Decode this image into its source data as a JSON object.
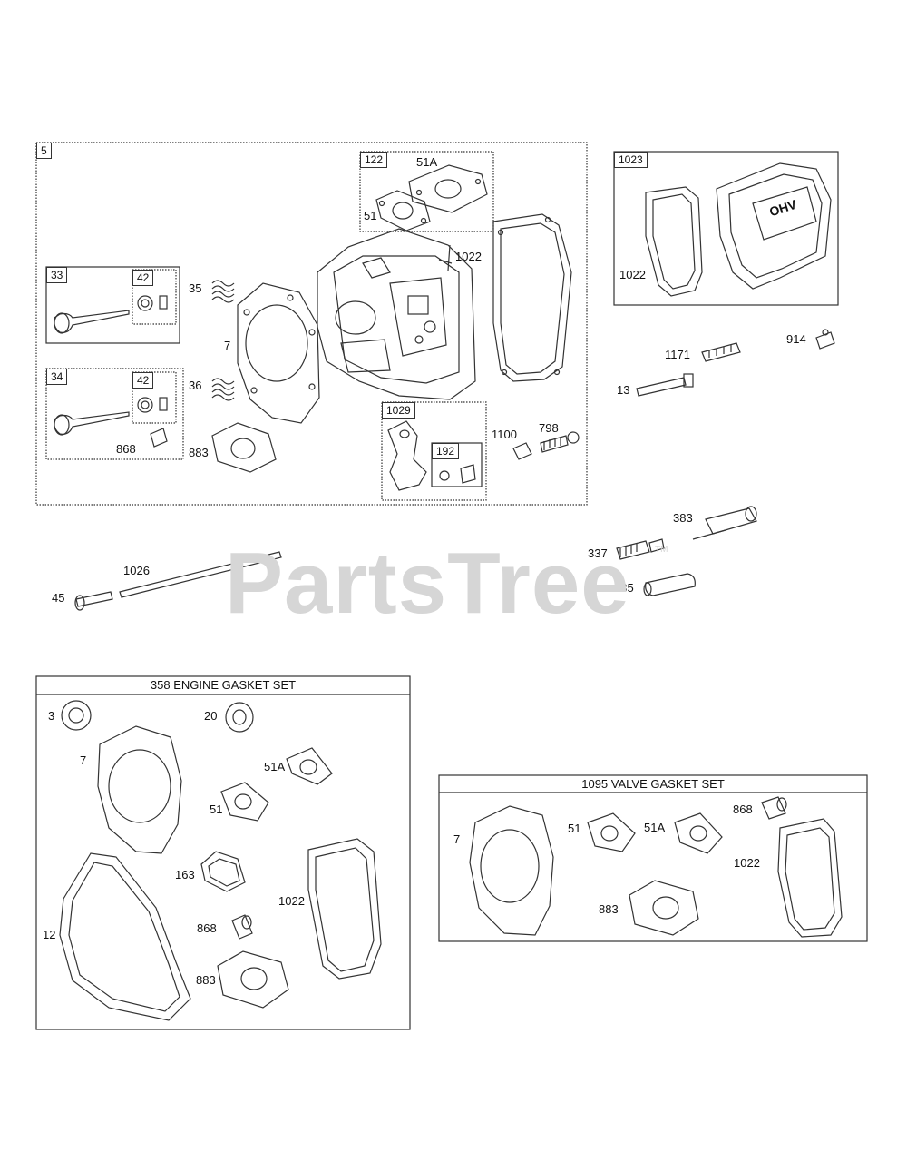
{
  "watermark": {
    "text": "PartsTree",
    "tm": "TM"
  },
  "main_assembly": {
    "ref": "5"
  },
  "sub_boxes": {
    "box_122": "122",
    "box_33": "33",
    "box_42a": "42",
    "box_34": "34",
    "box_42b": "42",
    "box_1029": "1029",
    "box_192": "192",
    "box_1023": "1023"
  },
  "labels": {
    "l_51a_top": "51A",
    "l_51_top": "51",
    "l_1022_head": "1022",
    "l_35": "35",
    "l_7_head": "7",
    "l_36": "36",
    "l_868_valve": "868",
    "l_883_head": "883",
    "l_1100": "1100",
    "l_798": "798",
    "l_1022_cover": "1022",
    "l_1171": "1171",
    "l_914": "914",
    "l_13": "13",
    "l_383": "383",
    "l_337": "337",
    "l_635": "635",
    "l_1026": "1026",
    "l_45": "45",
    "cover_text": "OHV"
  },
  "engine_gasket_set": {
    "title": "358 ENGINE GASKET SET",
    "labels": [
      "3",
      "20",
      "7",
      "51A",
      "51",
      "163",
      "12",
      "1022",
      "868",
      "883"
    ]
  },
  "valve_gasket_set": {
    "title": "1095 VALVE GASKET SET",
    "labels": [
      "7",
      "51",
      "51A",
      "868",
      "1022",
      "883"
    ]
  },
  "colors": {
    "line": "#333333",
    "watermark": "#d6d6d6",
    "background": "#ffffff"
  }
}
